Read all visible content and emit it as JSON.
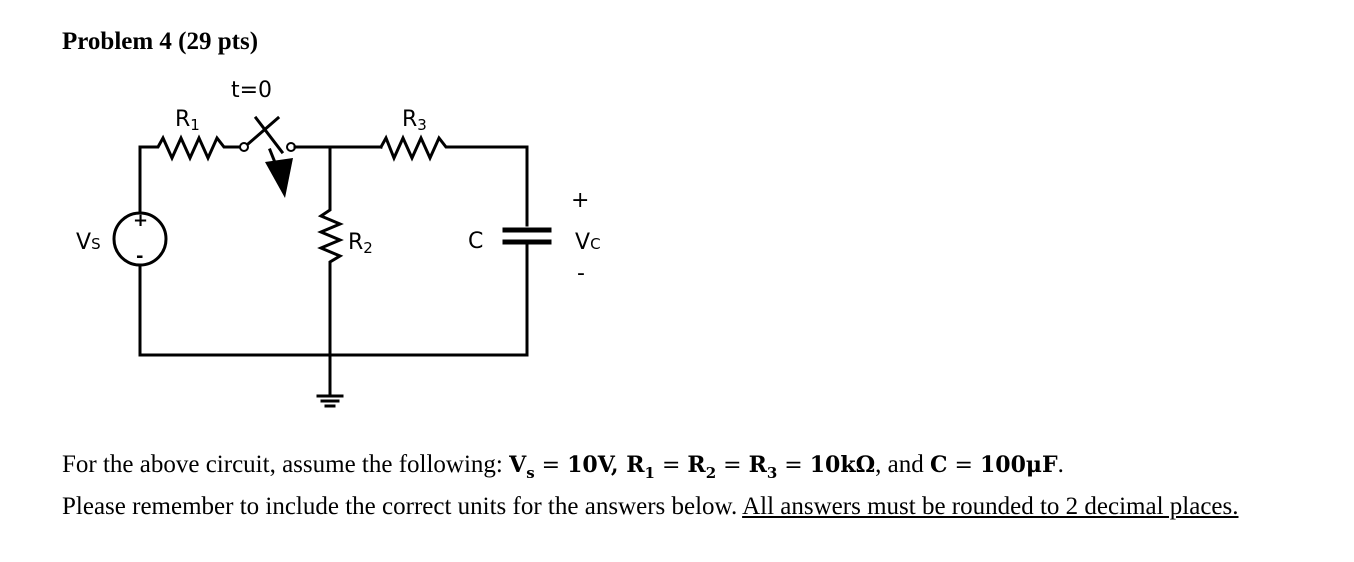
{
  "problem": {
    "title": "Problem 4 (29 pts)"
  },
  "circuit": {
    "switch_label": "t=0",
    "labels": {
      "vs_main": "V",
      "vs_sub": "S",
      "r1_main": "R",
      "r1_sub": "1",
      "r2_main": "R",
      "r2_sub": "2",
      "r3_main": "R",
      "r3_sub": "3",
      "c": "C",
      "vc_main": "V",
      "vc_sub": "C",
      "vc_plus": "+",
      "vc_minus": "-",
      "src_plus": "+",
      "src_minus": "-"
    }
  },
  "text": {
    "intro": "For the above circuit, assume the following: ",
    "vs_var": "V",
    "vs_sub": "s",
    "eq": " = ",
    "vs_val": "10V",
    "comma": ", ",
    "r_var": "R",
    "r1_sub": "1",
    "r2_sub": "2",
    "r3_sub": "3",
    "r_val": "10kΩ",
    "and": ", and ",
    "c_var": "C",
    "c_val": "100μF",
    "period": ".",
    "line2": "Please remember to include the correct units for the answers below. ",
    "underline": "All answers must be rounded to 2 decimal places."
  }
}
